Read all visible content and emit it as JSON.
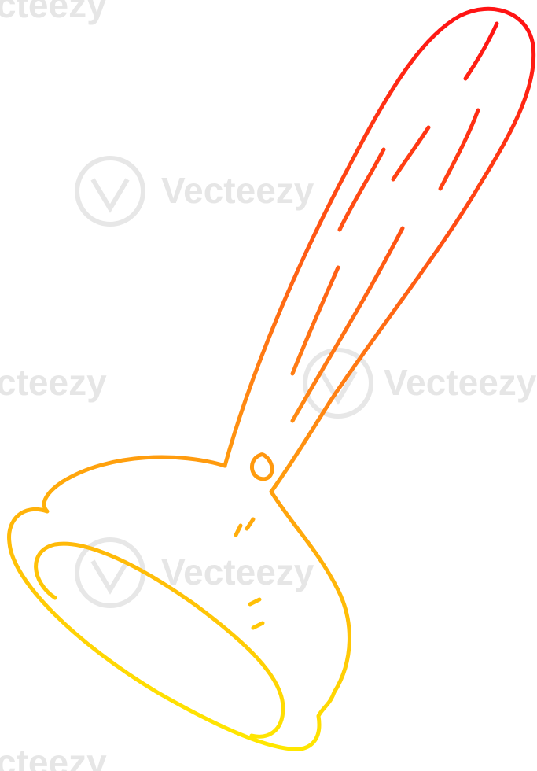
{
  "watermark": {
    "brand": "Vecteezy",
    "partial_left_top": "cteezy",
    "partial_mid_left": "cteezy",
    "partial_bottom": "cteezy"
  },
  "colors": {
    "stroke_top": "#ff1a1a",
    "stroke_mid": "#ff7a12",
    "stroke_bottom": "#ffe600",
    "background": "#ffffff"
  },
  "illustration": "toilet-plunger-cartoon"
}
